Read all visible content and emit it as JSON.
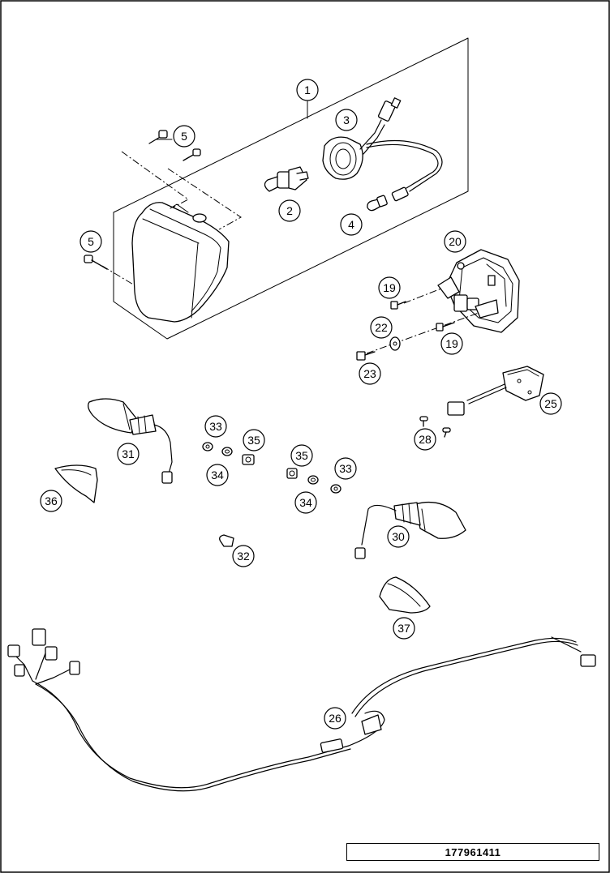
{
  "callouts": {
    "c1": "1",
    "c2": "2",
    "c3": "3",
    "c4": "4",
    "c5a": "5",
    "c5b": "5",
    "c19a": "19",
    "c19b": "19",
    "c20": "20",
    "c22": "22",
    "c23": "23",
    "c25": "25",
    "c26": "26",
    "c28": "28",
    "c30": "30",
    "c31": "31",
    "c32": "32",
    "c33a": "33",
    "c33b": "33",
    "c34a": "34",
    "c34b": "34",
    "c35a": "35",
    "c35b": "35",
    "c36": "36",
    "c37": "37"
  },
  "footer": {
    "drawing_number": "177961411"
  }
}
